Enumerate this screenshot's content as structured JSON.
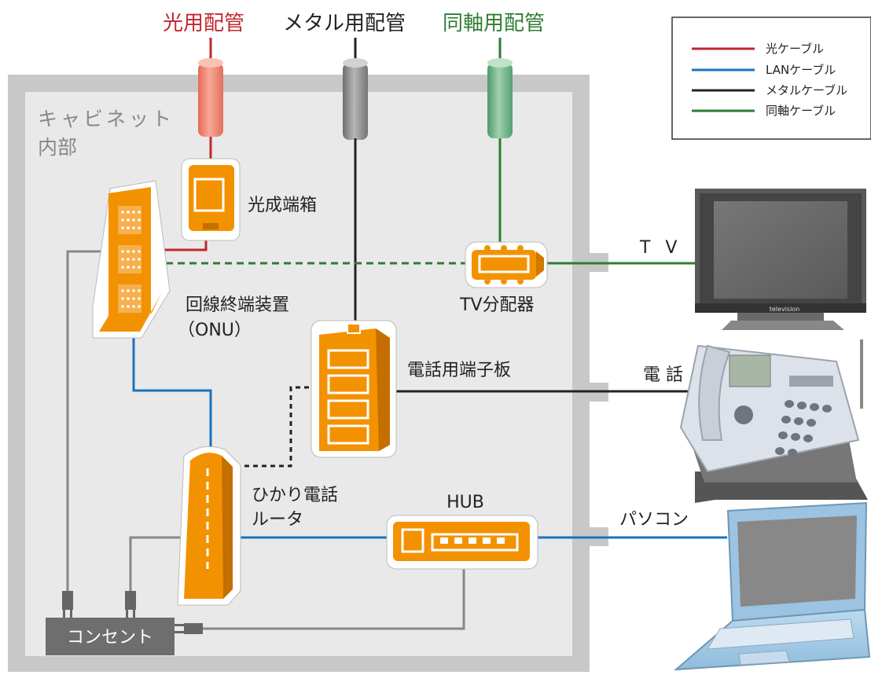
{
  "header": {
    "optical_conduit": "光用配管",
    "metal_conduit": "メタル用配管",
    "coaxial_conduit": "同軸用配管"
  },
  "legend": {
    "items": [
      {
        "label": "光ケーブル",
        "color": "#c1272d"
      },
      {
        "label": "LANケーブル",
        "color": "#1a73c0"
      },
      {
        "label": "メタルケーブル",
        "color": "#222222"
      },
      {
        "label": "同軸ケーブル",
        "color": "#2e7d32"
      }
    ]
  },
  "cabinet": {
    "label_line1": "キャビネット",
    "label_line2": "内部"
  },
  "devices": {
    "optical_box": "光成端箱",
    "onu_line1": "回線終端装置",
    "onu_line2": "（ONU）",
    "tv_splitter": "TV分配器",
    "phone_board": "電話用端子板",
    "router_line1": "ひかり電話",
    "router_line2": "ルータ",
    "hub": "HUB",
    "outlet": "コンセント"
  },
  "external": {
    "tv": "T V",
    "phone": "電 話",
    "pc": "パソコン",
    "tv_brand": "television"
  },
  "colors": {
    "optical": "#c1272d",
    "lan": "#1a73c0",
    "metal": "#222222",
    "coax": "#2e7d32",
    "device": "#f39200",
    "power": "#7a7a7a"
  }
}
